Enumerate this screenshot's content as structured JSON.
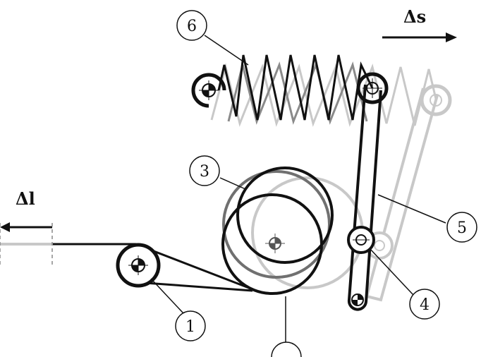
{
  "labels": {
    "delta_s": "Δs",
    "delta_l": "Δl",
    "callouts": [
      "1",
      "3",
      "4",
      "5",
      "6"
    ]
  },
  "colors": {
    "dark": "#111111",
    "mid": "#707070",
    "light": "#c8c8c8",
    "background": "#ffffff"
  }
}
